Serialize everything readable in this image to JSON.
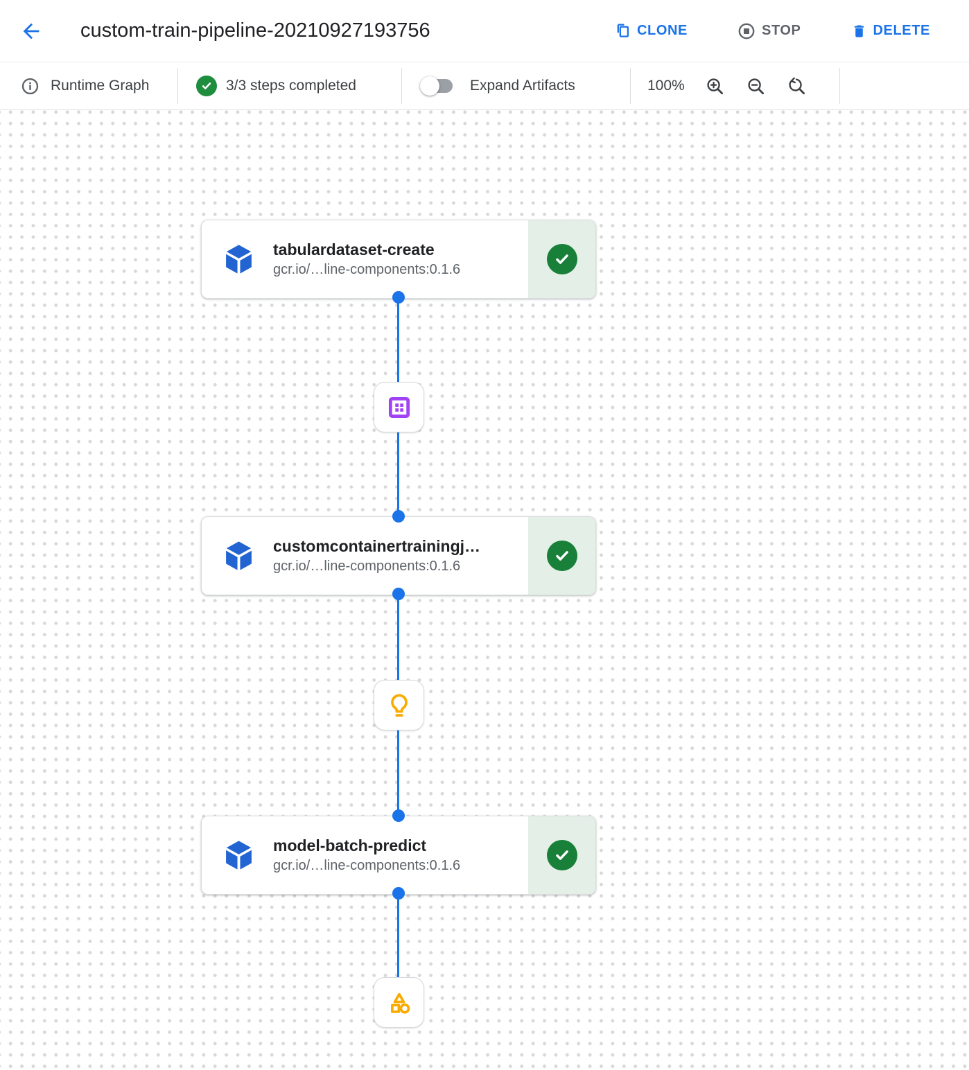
{
  "header": {
    "title": "custom-train-pipeline-20210927193756",
    "actions": [
      {
        "label": "CLONE",
        "icon": "clone-icon",
        "color": "#1a73e8"
      },
      {
        "label": "STOP",
        "icon": "stop-icon",
        "color": "#5f6368"
      },
      {
        "label": "DELETE",
        "icon": "delete-icon",
        "color": "#1a73e8"
      }
    ]
  },
  "toolbar": {
    "runtime_graph_label": "Runtime Graph",
    "steps_completed": "3/3 steps completed",
    "expand_artifacts_label": "Expand Artifacts",
    "expand_artifacts_on": false,
    "zoom_level": "100%"
  },
  "graph": {
    "nodes": [
      {
        "title": "tabulardataset-create",
        "subtitle": "gcr.io/…line-components:0.1.6",
        "status": "completed"
      },
      {
        "title": "customcontainertrainingj…",
        "subtitle": "gcr.io/…line-components:0.1.6",
        "status": "completed"
      },
      {
        "title": "model-batch-predict",
        "subtitle": "gcr.io/…line-components:0.1.6",
        "status": "completed"
      }
    ],
    "artifacts": [
      {
        "icon": "dataset-icon",
        "color": "#a142f4"
      },
      {
        "icon": "model-icon",
        "color": "#f9ab00"
      },
      {
        "icon": "artifact-shapes-icon",
        "color": "#f9ab00"
      }
    ]
  },
  "icons": {
    "back": "arrow-left",
    "runtime_info": "info-circle",
    "steps_check": "check-circle",
    "node_type": "component-cube",
    "node_status": "check-circle",
    "zoom_in": "magnifier-plus",
    "zoom_out": "magnifier-minus",
    "zoom_reset": "magnifier-rotate"
  },
  "colors": {
    "accent_blue": "#1a73e8",
    "cube_blue": "#2264d1",
    "success_green": "#188038",
    "success_green_light": "#e4f0e7",
    "dataset_purple": "#a142f4",
    "artifact_amber": "#f9ab00",
    "text_dark": "#202124",
    "text_gray": "#5f6368",
    "grid_dot": "#d8d8d8"
  }
}
